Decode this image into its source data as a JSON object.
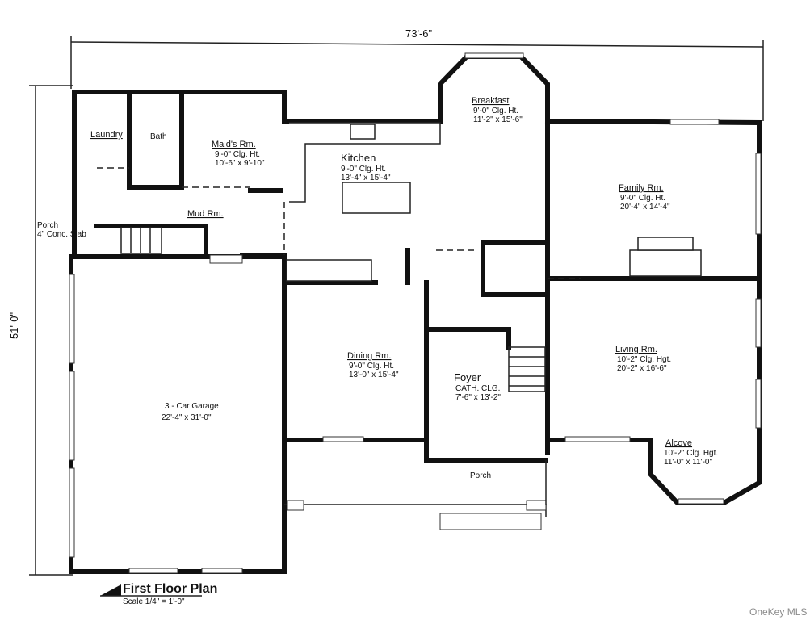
{
  "dimensions": {
    "width_label": "73'-6\"",
    "depth_label": "51'-0\""
  },
  "title": "First Floor Plan",
  "scale": "Scale 1/4\" = 1'-0\"",
  "watermark": "OneKey MLS",
  "rooms": {
    "breakfast": {
      "name": "Breakfast",
      "ceiling": "9'-0\" Clg. Ht.",
      "size": "11'-2\" x 15'-6\""
    },
    "kitchen": {
      "name": "Kitchen",
      "ceiling": "9'-0\" Clg. Ht.",
      "size": "13'-4\" x 15'-4\""
    },
    "family": {
      "name": "Family Rm.",
      "ceiling": "9'-0\" Clg. Ht.",
      "size": "20'-4\" x 14'-4\""
    },
    "maids": {
      "name": "Maid's Rm.",
      "ceiling": "9'-0\" Clg. Ht.",
      "size": "10'-6\" x 9'-10\""
    },
    "laundry": {
      "name": "Laundry"
    },
    "bath": {
      "name": "Bath"
    },
    "mud": {
      "name": "Mud Rm."
    },
    "porch_side": {
      "name": "Porch",
      "note": "4\" Conc. Slab"
    },
    "dining": {
      "name": "Dining Rm.",
      "ceiling": "9'-0\" Clg. Ht.",
      "size": "13'-0\" x 15'-4\""
    },
    "foyer": {
      "name": "Foyer",
      "ceiling": "CATH. CLG.",
      "size": "7'-6\" x 13'-2\""
    },
    "living": {
      "name": "Living Rm.",
      "ceiling": "10'-2\" Clg. Hgt.",
      "size": "20'-2\" x 16'-6\""
    },
    "alcove": {
      "name": "Alcove",
      "ceiling": "10'-2\" Clg. Hgt.",
      "size": "11'-0\" x 11'-0\""
    },
    "garage": {
      "name": "3 - Car Garage",
      "size": "22'-4\" x 31'-0\""
    },
    "porch_front": {
      "name": "Porch"
    }
  }
}
